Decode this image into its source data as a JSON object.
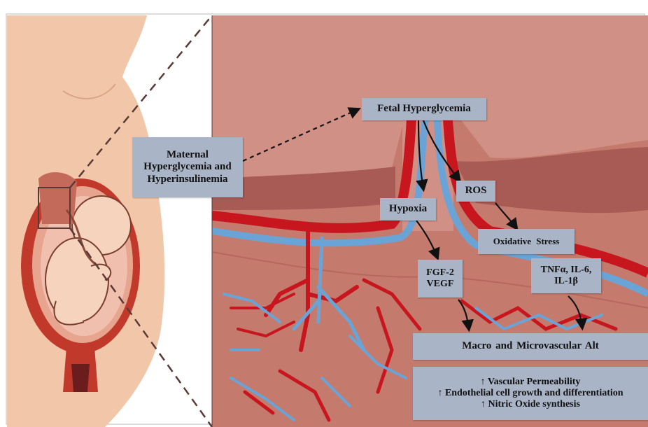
{
  "colors": {
    "tissue": "#c47a6c",
    "tissue_dark": "#a85a55",
    "membrane": "#d99080",
    "artery": "#c8161f",
    "vein": "#6aa4d6",
    "label_bg": "#a9b4c6",
    "skin": "#f2c7a9",
    "uterus": "#c0392b"
  },
  "labels": {
    "maternal": "Maternal Hyperglycemia and Hyperinsulinemia",
    "fetal_hyperglycemia": "Fetal Hyperglycemia",
    "ros": "ROS",
    "hypoxia": "Hypoxia",
    "oxidative_stress": "Oxidative  Stress",
    "fgf_vegf": [
      "FGF-2",
      "VEGF"
    ],
    "cytokines": [
      "TNFα, IL-6,",
      "IL-1β"
    ],
    "macro_micro": "Macro and Microvascular Alt",
    "effects": [
      "↑ Vascular Permeability",
      "↑ Endothelial cell growth and differentiation",
      "↑ Nitric Oxide synthesis"
    ]
  }
}
